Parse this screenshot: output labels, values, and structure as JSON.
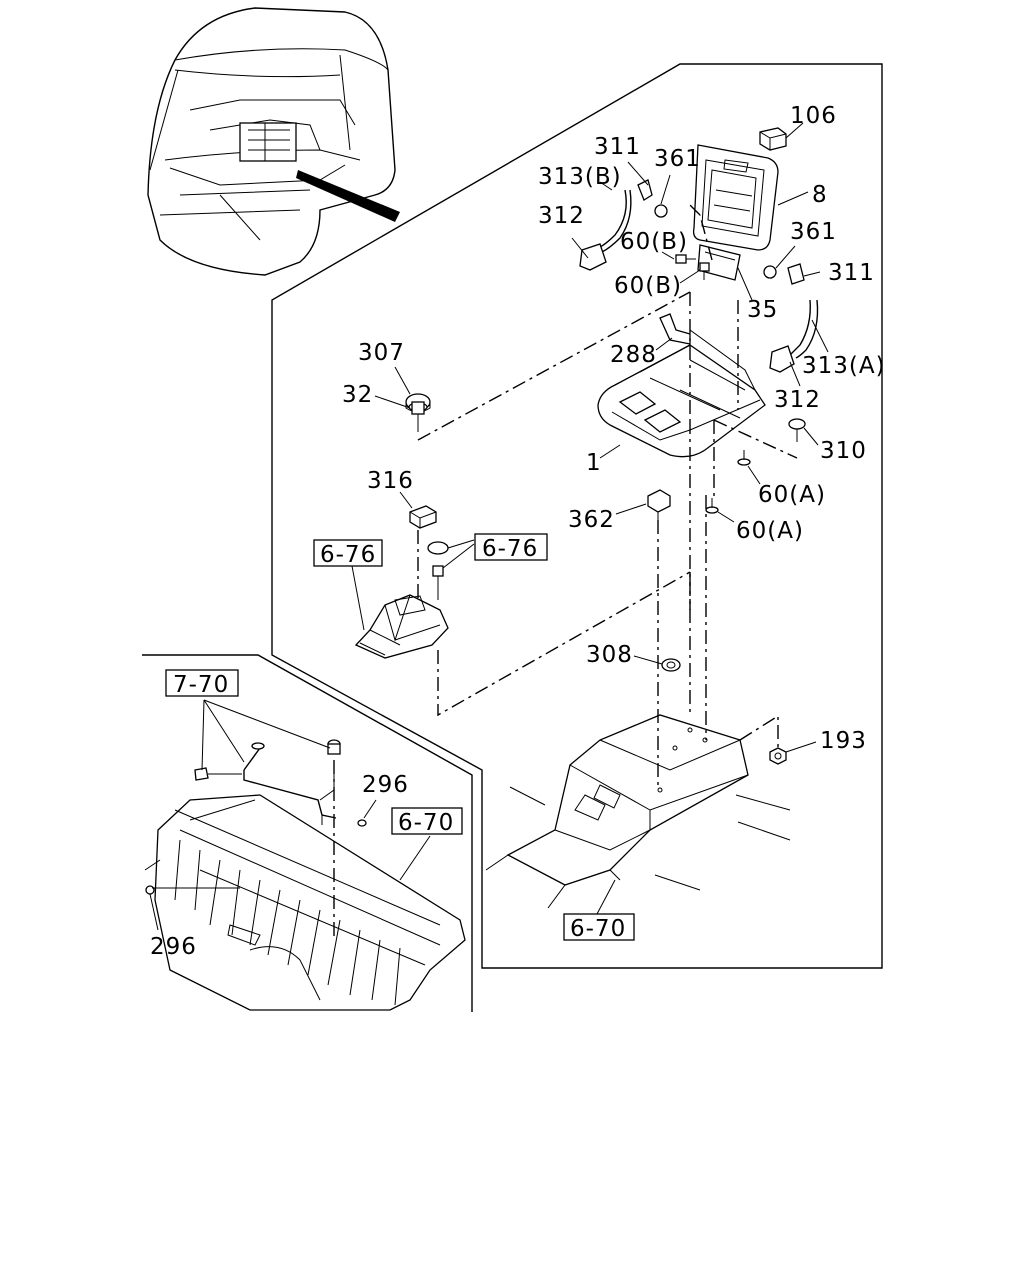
{
  "callouts": {
    "c106": "106",
    "c311a": "311",
    "c361a": "361",
    "c313b": "313(B)",
    "c8": "8",
    "c312a": "312",
    "c60b1": "60(B)",
    "c361b": "361",
    "c311b": "311",
    "c60b2": "60(B)",
    "c35": "35",
    "c307": "307",
    "c288": "288",
    "c313a": "313(A)",
    "c32": "32",
    "c312b": "312",
    "c310": "310",
    "c1": "1",
    "c316": "316",
    "c60a1": "60(A)",
    "c362": "362",
    "c60a2": "60(A)",
    "c308": "308",
    "c193": "193",
    "c296a": "296",
    "c296b": "296"
  },
  "refs": {
    "r676a": "6-76",
    "r676b": "6-76",
    "r770": "7-70",
    "r670a": "6-70",
    "r670b": "6-70"
  }
}
